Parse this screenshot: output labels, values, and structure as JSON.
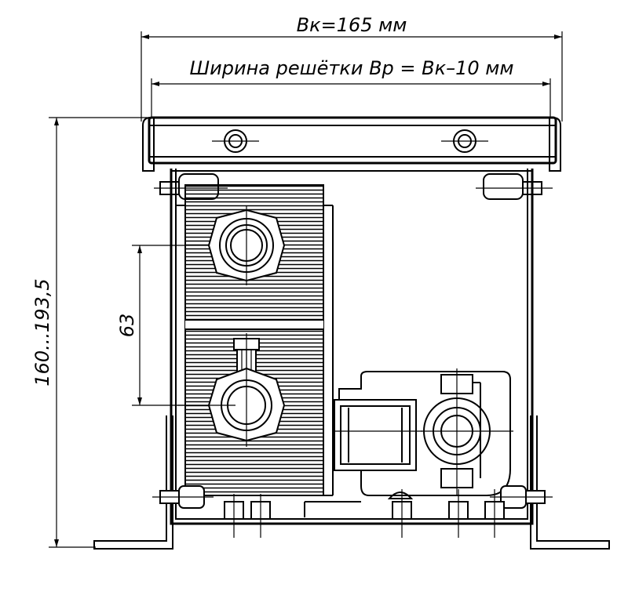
{
  "dimensions": {
    "box_width": "Вк=165 мм",
    "grille_width": "Ширина решётки Вр = Вк–10 мм",
    "height_range": "160...193,5",
    "pipe_spacing": "63"
  }
}
